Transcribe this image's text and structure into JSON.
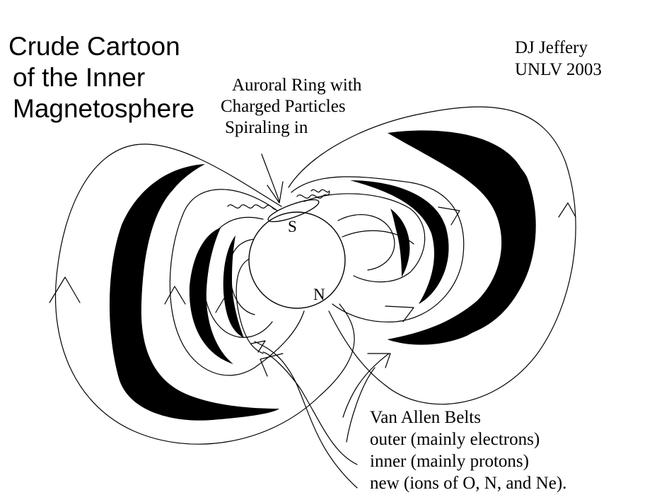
{
  "title": {
    "lines": [
      "Crude Cartoon",
      "of the Inner",
      "Magnetosphere"
    ]
  },
  "credit": {
    "lines": [
      "DJ Jeffery",
      "UNLV 2003"
    ]
  },
  "auroral_label": {
    "lines": [
      "Auroral Ring with",
      "Charged Particles",
      "Spiraling in"
    ]
  },
  "poles": {
    "south": "S",
    "north": "N"
  },
  "belts_label": {
    "lines": [
      "Van Allen Belts",
      "outer (mainly electrons)",
      "inner (mainly protons)",
      "new (ions of O, N, and Ne)."
    ]
  },
  "colors": {
    "ink": "#000000",
    "background": "#ffffff"
  }
}
